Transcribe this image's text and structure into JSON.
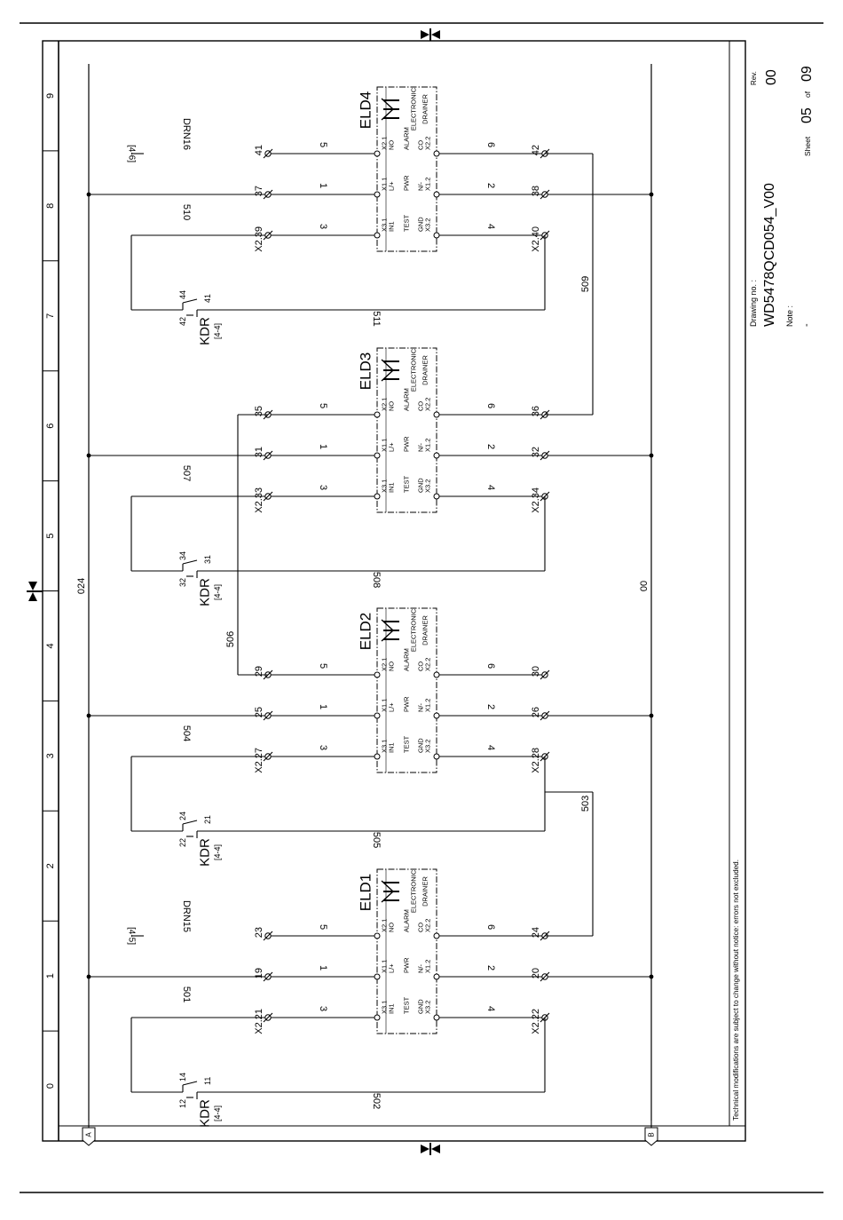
{
  "frame": {
    "zones": [
      "0",
      "1",
      "2",
      "3",
      "4",
      "5",
      "6",
      "7",
      "8",
      "9"
    ],
    "rail_a_label": "A",
    "rail_b_label": "B",
    "rail_a_wire": "024",
    "rail_b_wire": "00"
  },
  "modules": [
    {
      "id": "ELD1",
      "brand_line1": "ELECTRONIC",
      "brand_line2": "DRAINER",
      "pins_left": [
        {
          "pin": "X3.1",
          "sig": "IN1"
        },
        {
          "pin": "X1.1",
          "sig": "L/+"
        },
        {
          "pin": "X2.1",
          "sig": "NO"
        }
      ],
      "pins_right": [
        {
          "pin": "X3.2",
          "sig": "GND"
        },
        {
          "pin": "X1.2",
          "sig": "N/-"
        },
        {
          "pin": "X2.2",
          "sig": "CO"
        }
      ],
      "func": [
        "TEST",
        "PWR",
        "ALARM"
      ],
      "mid_wires": [
        "3",
        "1",
        "5"
      ],
      "right_wires": [
        "4",
        "2",
        "6"
      ],
      "left_terms": [
        "X2.21",
        "19",
        "23"
      ],
      "right_terms": [
        "X2.22",
        "20",
        "24"
      ],
      "test_wire": "501",
      "loop_wire": "502",
      "relay": {
        "name": "KDR",
        "ref": "[4-4]",
        "p1": "12",
        "p2": "14",
        "p3": "11"
      },
      "alarm_out": {
        "wire": "DRN15",
        "ref": "[4-5]"
      }
    },
    {
      "id": "ELD2",
      "brand_line1": "ELECTRONIC",
      "brand_line2": "DRAINER",
      "pins_left": [
        {
          "pin": "X3.1",
          "sig": "IN1"
        },
        {
          "pin": "X1.1",
          "sig": "L/+"
        },
        {
          "pin": "X2.1",
          "sig": "NO"
        }
      ],
      "pins_right": [
        {
          "pin": "X3.2",
          "sig": "GND"
        },
        {
          "pin": "X1.2",
          "sig": "N/-"
        },
        {
          "pin": "X2.2",
          "sig": "CO"
        }
      ],
      "func": [
        "TEST",
        "PWR",
        "ALARM"
      ],
      "mid_wires": [
        "3",
        "1",
        "5"
      ],
      "right_wires": [
        "4",
        "2",
        "6"
      ],
      "left_terms": [
        "X2.27",
        "25",
        "29"
      ],
      "right_terms": [
        "X2.28",
        "26",
        "30"
      ],
      "test_wire": "504",
      "loop_wire": "505",
      "relay": {
        "name": "KDR",
        "ref": "[4-4]",
        "p1": "22",
        "p2": "24",
        "p3": "21"
      }
    },
    {
      "id": "ELD3",
      "brand_line1": "ELECTRONIC",
      "brand_line2": "DRAINER",
      "pins_left": [
        {
          "pin": "X3.1",
          "sig": "IN1"
        },
        {
          "pin": "X1.1",
          "sig": "L/+"
        },
        {
          "pin": "X2.1",
          "sig": "NO"
        }
      ],
      "pins_right": [
        {
          "pin": "X3.2",
          "sig": "GND"
        },
        {
          "pin": "X1.2",
          "sig": "N/-"
        },
        {
          "pin": "X2.2",
          "sig": "CO"
        }
      ],
      "func": [
        "TEST",
        "PWR",
        "ALARM"
      ],
      "mid_wires": [
        "3",
        "1",
        "5"
      ],
      "right_wires": [
        "4",
        "2",
        "6"
      ],
      "left_terms": [
        "X2.33",
        "31",
        "35"
      ],
      "right_terms": [
        "X2.34",
        "32",
        "36"
      ],
      "test_wire": "507",
      "loop_wire": "508",
      "relay": {
        "name": "KDR",
        "ref": "[4-4]",
        "p1": "32",
        "p2": "34",
        "p3": "31"
      }
    },
    {
      "id": "ELD4",
      "brand_line1": "ELECTRONIC",
      "brand_line2": "DRAINER",
      "pins_left": [
        {
          "pin": "X3.1",
          "sig": "IN1"
        },
        {
          "pin": "X1.1",
          "sig": "L/+"
        },
        {
          "pin": "X2.1",
          "sig": "NO"
        }
      ],
      "pins_right": [
        {
          "pin": "X3.2",
          "sig": "GND"
        },
        {
          "pin": "X1.2",
          "sig": "N/-"
        },
        {
          "pin": "X2.2",
          "sig": "CO"
        }
      ],
      "func": [
        "TEST",
        "PWR",
        "ALARM"
      ],
      "mid_wires": [
        "3",
        "1",
        "5"
      ],
      "right_wires": [
        "4",
        "2",
        "6"
      ],
      "left_terms": [
        "X2.39",
        "37",
        "41"
      ],
      "right_terms": [
        "X2.40",
        "38",
        "42"
      ],
      "test_wire": "510",
      "loop_wire": "511",
      "relay": {
        "name": "KDR",
        "ref": "[4-4]",
        "p1": "42",
        "p2": "44",
        "p3": "41"
      },
      "alarm_out": {
        "wire": "DRN16",
        "ref": "[4-6]"
      }
    }
  ],
  "links": {
    "link_503": "503",
    "link_506": "506",
    "link_509": "509"
  },
  "title_block": {
    "disclaimer": "Technical modifications are subject to change without notice: errors not excluded.",
    "drawing_no_label": "Drawing no. :",
    "drawing_no": "WD5478QCD054_V00",
    "note_label": "Note :",
    "note_value": "-",
    "rev_label": "Rev.",
    "rev_value": "00",
    "sheet_label": "Sheet",
    "sheet_value": "05",
    "of_label": "of",
    "total_sheets": "09"
  }
}
